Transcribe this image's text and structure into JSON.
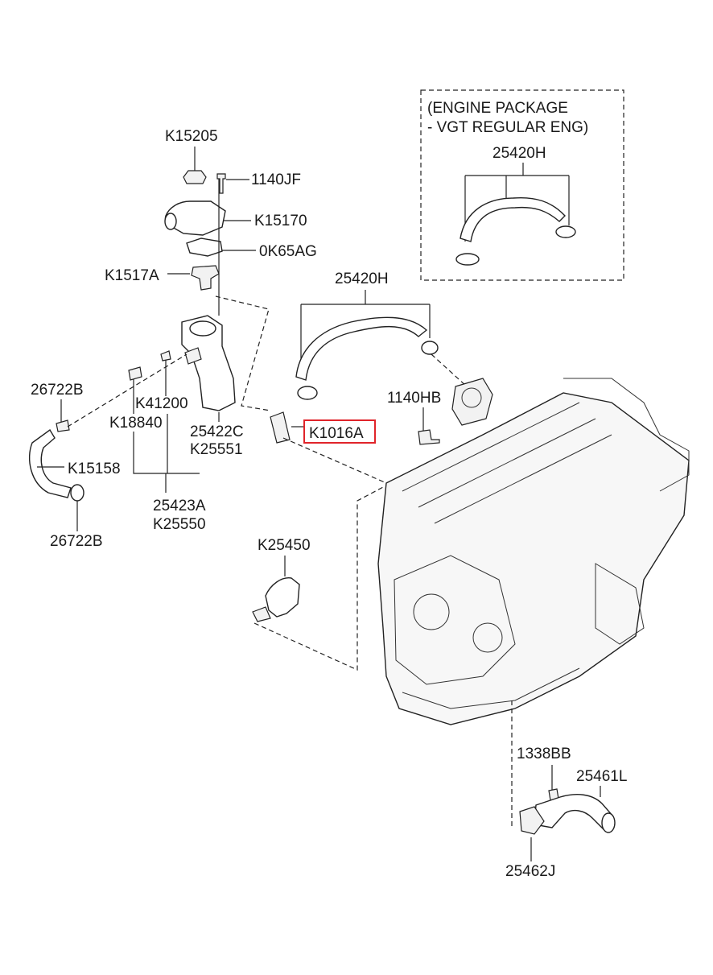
{
  "diagram": {
    "inset": {
      "title_line1": "(ENGINE PACKAGE",
      "title_line2": "- VGT REGULAR ENG)",
      "part": "25420H"
    },
    "labels": {
      "k15205": "K15205",
      "p1140jf": "1140JF",
      "k15170": "K15170",
      "ok65ag": "0K65AG",
      "k1517a": "K1517A",
      "p25420h": "25420H",
      "p26722b_top": "26722B",
      "k41200": "K41200",
      "k18840": "K18840",
      "p1140hb": "1140HB",
      "p25422c": "25422C",
      "k25551": "K25551",
      "k1016a": "K1016A",
      "k15158": "K15158",
      "p25423a": "25423A",
      "k25550": "K25550",
      "p26722b_bottom": "26722B",
      "k25450": "K25450",
      "p1338bb": "1338BB",
      "p25461l": "25461L",
      "p25462j": "25462J"
    },
    "highlight_color": "#e0242a"
  }
}
